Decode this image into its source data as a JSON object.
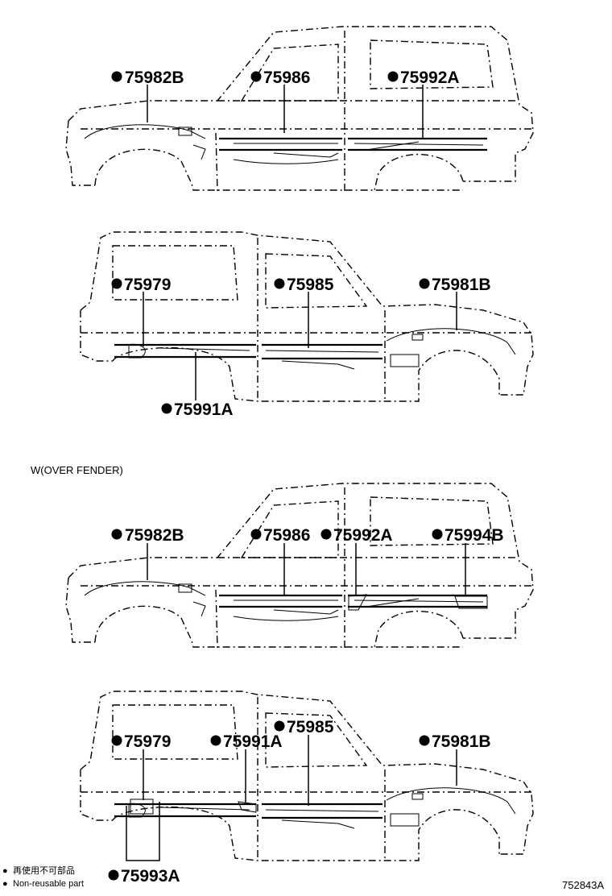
{
  "views": [
    {
      "id": "view-1",
      "parts": [
        {
          "label": "75982B"
        },
        {
          "label": "75986"
        },
        {
          "label": "75992A"
        }
      ]
    },
    {
      "id": "view-2",
      "parts": [
        {
          "label": "75979"
        },
        {
          "label": "75985"
        },
        {
          "label": "75981B"
        },
        {
          "label": "75991A"
        }
      ]
    },
    {
      "id": "view-3",
      "section_label": "W(OVER FENDER)",
      "parts": [
        {
          "label": "75982B"
        },
        {
          "label": "75986"
        },
        {
          "label": "75992A"
        },
        {
          "label": "75994B"
        }
      ]
    },
    {
      "id": "view-4",
      "parts": [
        {
          "label": "75979"
        },
        {
          "label": "75991A"
        },
        {
          "label": "75985"
        },
        {
          "label": "75981B"
        },
        {
          "label": "75993A"
        }
      ]
    }
  ],
  "legend": {
    "marker": "●",
    "text_jp": "再使用不可部品",
    "text_en": "Non-reusable part"
  },
  "diagram_code": "752843A",
  "colors": {
    "line": "#000000",
    "background": "#ffffff"
  }
}
